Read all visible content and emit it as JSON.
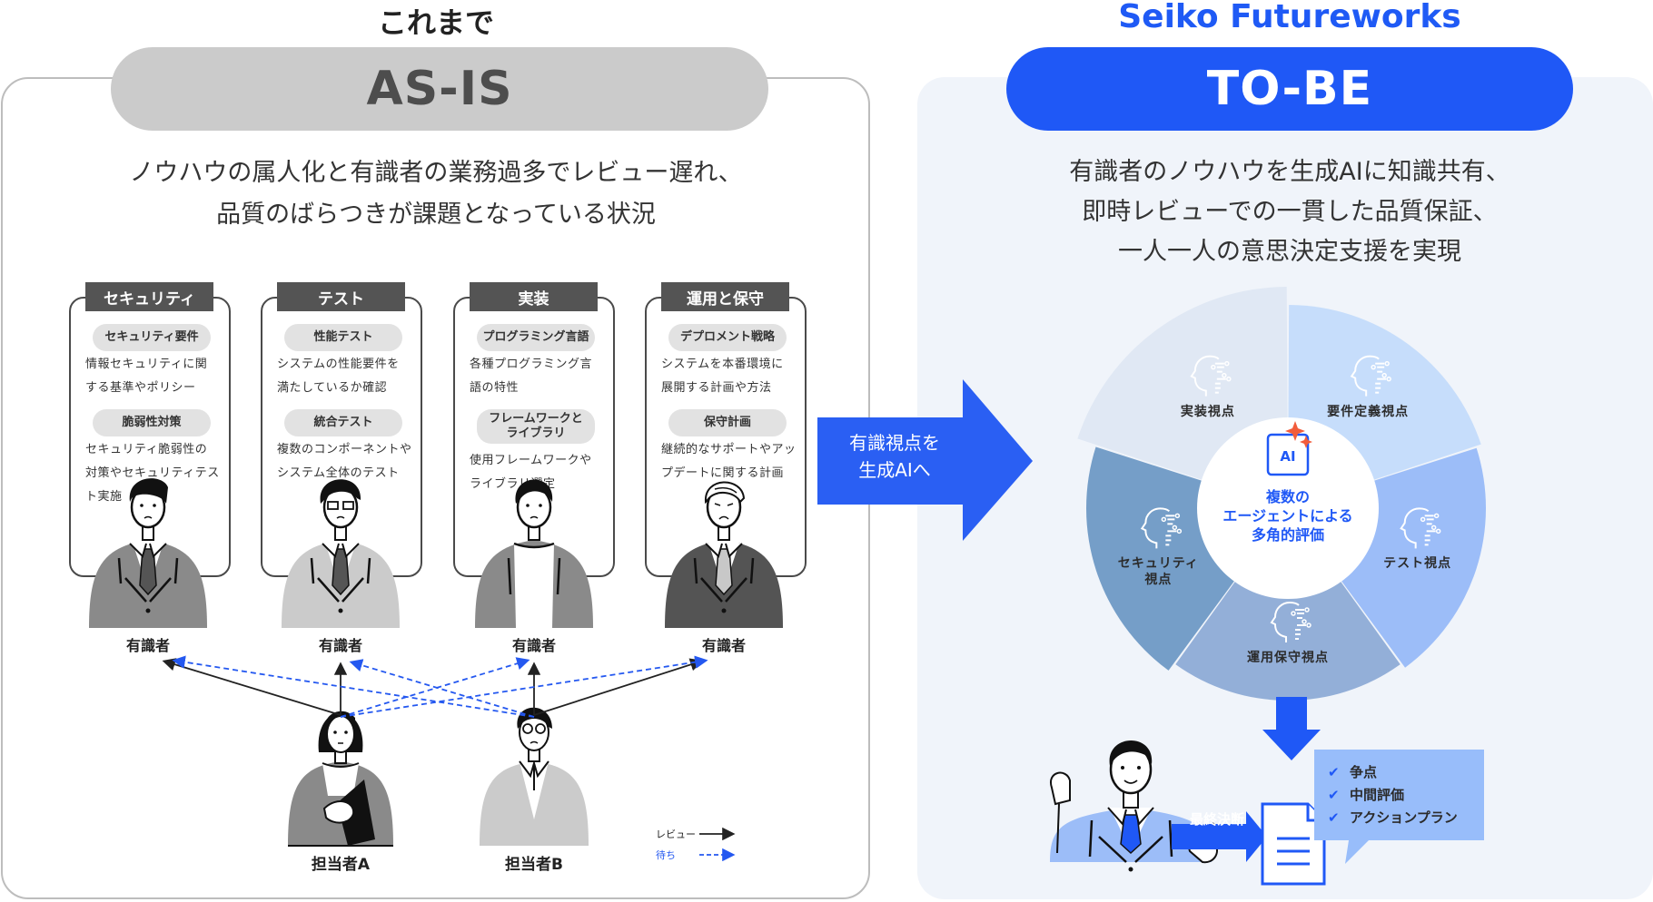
{
  "as_is": {
    "caption": "これまで",
    "title": "AS-IS",
    "description": [
      "ノウハウの属人化と有識者の業務過多でレビュー遅れ、",
      "品質のばらつきが課題となっている状況"
    ],
    "cards": [
      {
        "tab": "セキュリティ",
        "items": [
          {
            "chip": "セキュリティ要件",
            "desc": [
              "情報セキュリティに関",
              "する基準やポリシー"
            ]
          },
          {
            "chip": "脆弱性対策",
            "desc": [
              "セキュリティ脆弱性の",
              "対策やセキュリティテス",
              "ト実施"
            ]
          }
        ]
      },
      {
        "tab": "テスト",
        "items": [
          {
            "chip": "性能テスト",
            "desc": [
              "システムの性能要件を",
              "満たしているか確認"
            ]
          },
          {
            "chip": "統合テスト",
            "desc": [
              "複数のコンポーネントや",
              "システム全体のテスト"
            ]
          }
        ]
      },
      {
        "tab": "実装",
        "items": [
          {
            "chip": "プログラミング言語",
            "desc": [
              "各種プログラミング言",
              "語の特性"
            ]
          },
          {
            "chip": "フレームワークと\nライブラリ",
            "desc": [
              "使用フレームワークや",
              "ライブラリ選定"
            ]
          }
        ]
      },
      {
        "tab": "運用と保守",
        "items": [
          {
            "chip": "デプロメント戦略",
            "desc": [
              "システムを本番環境に",
              "展開する計画や方法"
            ]
          },
          {
            "chip": "保守計画",
            "desc": [
              "継続的なサポートやアッ",
              "プデートに関する計画"
            ]
          }
        ]
      }
    ],
    "experts": [
      "有識者",
      "有識者",
      "有識者",
      "有識者"
    ],
    "staff": [
      "担当者A",
      "担当者B"
    ],
    "legend": {
      "review": "レビュー",
      "wait": "待ち"
    }
  },
  "transition": {
    "label": [
      "有識視点を",
      "生成AIへ"
    ]
  },
  "to_be": {
    "caption": "Seiko Futureworks",
    "title": "TO-BE",
    "description": [
      "有識者のノウハウを生成AIに知識共有、",
      "即時レビューでの一貫した品質保証、",
      "一人一人の意思決定支援を実現"
    ],
    "hub": {
      "icon_label": "AI",
      "text": [
        "複数の",
        "エージェントによる",
        "多角的評価"
      ]
    },
    "segments": [
      {
        "label": "要件定義視点",
        "color": "#c6ddfb"
      },
      {
        "label": "テスト視点",
        "color": "#9cbdf8"
      },
      {
        "label": "運用保守視点",
        "color": "#93afd8"
      },
      {
        "label": "セキュリティ\n視点",
        "color": "#759ec8"
      },
      {
        "label": "実装視点",
        "color": "#e0e8f4"
      }
    ],
    "final_decision": "最終決断",
    "outputs": [
      "争点",
      "中間評価",
      "アクションプラン"
    ]
  },
  "colors": {
    "brand_blue": "#1f58f6",
    "asis_gray": "#cbcbcb",
    "panel_bg": "#f0f4fa"
  }
}
